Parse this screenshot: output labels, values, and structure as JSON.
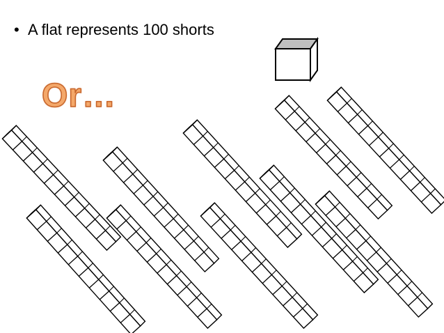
{
  "slide": {
    "bullet_symbol": "•",
    "bullet_text": "A flat represents 100 shorts",
    "heading": "Or…"
  },
  "colors": {
    "heading_fill": "#f4a86a",
    "heading_outline": "#c7652a",
    "cube_top": "#bfbfbf",
    "outline": "#000000"
  },
  "icons": {
    "cube": "unit-cube-icon",
    "rod": "ten-rod-icon"
  },
  "rods": {
    "count": 10,
    "units_per_rod": 10
  }
}
